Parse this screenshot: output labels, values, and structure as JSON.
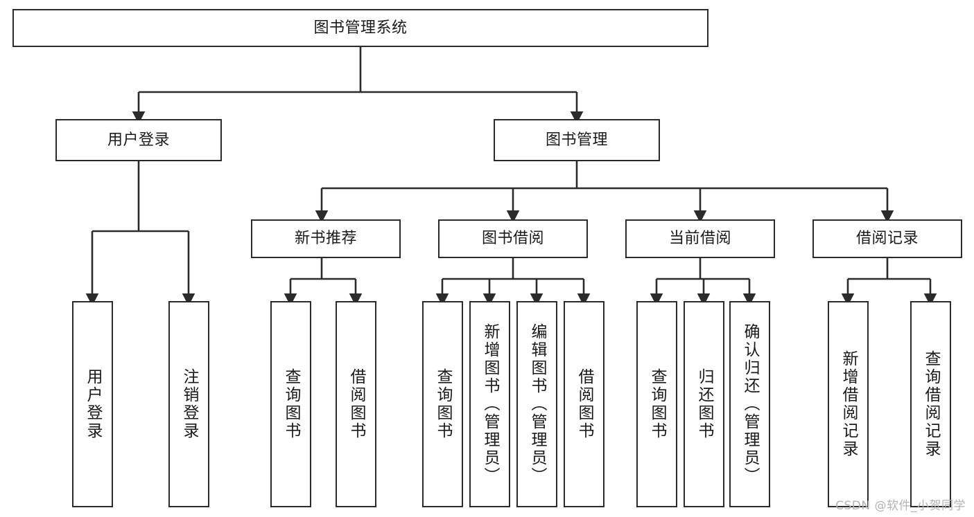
{
  "diagram": {
    "title": "图书管理系统",
    "type": "tree-hierarchy",
    "orientation": "top-down",
    "stroke_color": "#2b2b2b",
    "fill_color": "#ffffff",
    "text_color": "#1a1a1a"
  },
  "watermark": {
    "text": "CSDN @软件_小贺同学",
    "color": "#b3b3b3"
  },
  "nodes": {
    "root": {
      "label": "图书管理系统",
      "level": 0
    },
    "l1": [
      {
        "label": "用户登录",
        "level": 1
      },
      {
        "label": "图书管理",
        "level": 1
      }
    ],
    "l2": [
      {
        "label": "新书推荐",
        "level": 2
      },
      {
        "label": "图书借阅",
        "level": 2
      },
      {
        "label": "当前借阅",
        "level": 2
      },
      {
        "label": "借阅记录",
        "level": 2
      }
    ],
    "leaves": [
      {
        "label": "用户登录",
        "parent": "用户登录"
      },
      {
        "label": "注销登录",
        "parent": "用户登录"
      },
      {
        "label": "查询图书",
        "parent": "新书推荐"
      },
      {
        "label": "借阅图书",
        "parent": "新书推荐"
      },
      {
        "label": "查询图书",
        "parent": "图书借阅"
      },
      {
        "label": "新增图书（管理员）",
        "parent": "图书借阅"
      },
      {
        "label": "编辑图书（管理员）",
        "parent": "图书借阅"
      },
      {
        "label": "借阅图书",
        "parent": "图书借阅"
      },
      {
        "label": "查询图书",
        "parent": "当前借阅"
      },
      {
        "label": "归还图书",
        "parent": "当前借阅"
      },
      {
        "label": "确认归还（管理员）",
        "parent": "当前借阅"
      },
      {
        "label": "新增借阅记录",
        "parent": "借阅记录"
      },
      {
        "label": "查询借阅记录",
        "parent": "借阅记录"
      }
    ]
  }
}
